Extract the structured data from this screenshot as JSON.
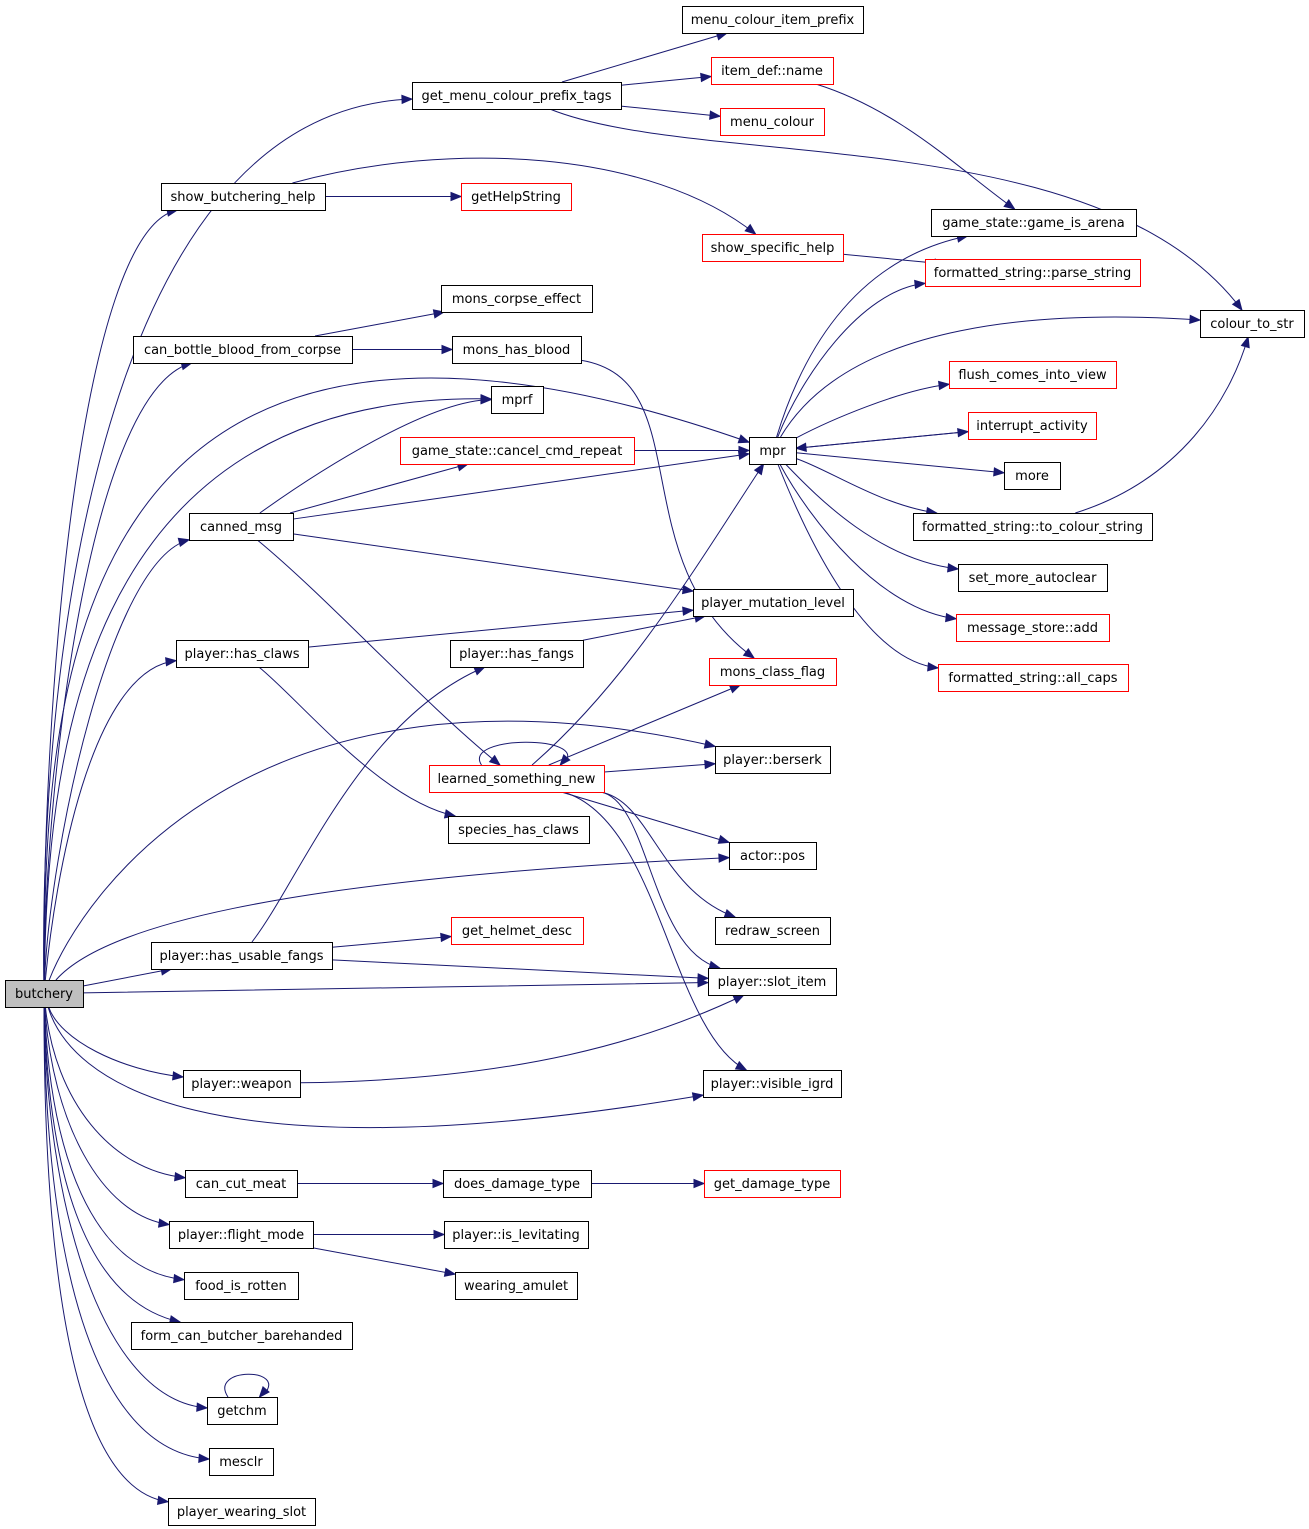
{
  "diagram": {
    "colors": {
      "edge": "#191970",
      "root_fill": "#bfbfbf",
      "documented_border": "#000000",
      "undocumented_border": "#ff0000"
    },
    "nodes": [
      {
        "id": "butchery",
        "label": "butchery",
        "style": "root"
      },
      {
        "id": "menu_colour_item_prefix",
        "label": "menu_colour_item_prefix",
        "style": "normal"
      },
      {
        "id": "get_menu_colour_prefix_tags",
        "label": "get_menu_colour_prefix_tags",
        "style": "normal"
      },
      {
        "id": "item_def_name",
        "label": "item_def::name",
        "style": "red"
      },
      {
        "id": "menu_colour",
        "label": "menu_colour",
        "style": "red"
      },
      {
        "id": "show_butchering_help",
        "label": "show_butchering_help",
        "style": "normal"
      },
      {
        "id": "getHelpString",
        "label": "getHelpString",
        "style": "red"
      },
      {
        "id": "game_is_arena",
        "label": "game_state::game_is_arena",
        "style": "normal"
      },
      {
        "id": "show_specific_help",
        "label": "show_specific_help",
        "style": "red"
      },
      {
        "id": "parse_string",
        "label": "formatted_string::parse_string",
        "style": "red"
      },
      {
        "id": "mons_corpse_effect",
        "label": "mons_corpse_effect",
        "style": "normal"
      },
      {
        "id": "colour_to_str",
        "label": "colour_to_str",
        "style": "normal"
      },
      {
        "id": "can_bottle_blood_from_corpse",
        "label": "can_bottle_blood_from_corpse",
        "style": "normal"
      },
      {
        "id": "mons_has_blood",
        "label": "mons_has_blood",
        "style": "normal"
      },
      {
        "id": "flush_comes_into_view",
        "label": "flush_comes_into_view",
        "style": "red"
      },
      {
        "id": "mprf",
        "label": "mprf",
        "style": "normal"
      },
      {
        "id": "interrupt_activity",
        "label": "interrupt_activity",
        "style": "red"
      },
      {
        "id": "cancel_cmd_repeat",
        "label": "game_state::cancel_cmd_repeat",
        "style": "red"
      },
      {
        "id": "mpr",
        "label": "mpr",
        "style": "normal"
      },
      {
        "id": "more",
        "label": "more",
        "style": "normal"
      },
      {
        "id": "canned_msg",
        "label": "canned_msg",
        "style": "normal"
      },
      {
        "id": "to_colour_string",
        "label": "formatted_string::to_colour_string",
        "style": "normal"
      },
      {
        "id": "set_more_autoclear",
        "label": "set_more_autoclear",
        "style": "normal"
      },
      {
        "id": "player_mutation_level",
        "label": "player_mutation_level",
        "style": "normal"
      },
      {
        "id": "message_store_add",
        "label": "message_store::add",
        "style": "red"
      },
      {
        "id": "player_has_claws",
        "label": "player::has_claws",
        "style": "normal"
      },
      {
        "id": "player_has_fangs",
        "label": "player::has_fangs",
        "style": "normal"
      },
      {
        "id": "mons_class_flag",
        "label": "mons_class_flag",
        "style": "red"
      },
      {
        "id": "all_caps",
        "label": "formatted_string::all_caps",
        "style": "red"
      },
      {
        "id": "player_berserk",
        "label": "player::berserk",
        "style": "normal"
      },
      {
        "id": "learned_something_new",
        "label": "learned_something_new",
        "style": "red"
      },
      {
        "id": "species_has_claws",
        "label": "species_has_claws",
        "style": "normal"
      },
      {
        "id": "actor_pos",
        "label": "actor::pos",
        "style": "normal"
      },
      {
        "id": "get_helmet_desc",
        "label": "get_helmet_desc",
        "style": "red"
      },
      {
        "id": "redraw_screen",
        "label": "redraw_screen",
        "style": "normal"
      },
      {
        "id": "player_has_usable_fangs",
        "label": "player::has_usable_fangs",
        "style": "normal"
      },
      {
        "id": "player_slot_item",
        "label": "player::slot_item",
        "style": "normal"
      },
      {
        "id": "player_weapon",
        "label": "player::weapon",
        "style": "normal"
      },
      {
        "id": "player_visible_igrd",
        "label": "player::visible_igrd",
        "style": "normal"
      },
      {
        "id": "can_cut_meat",
        "label": "can_cut_meat",
        "style": "normal"
      },
      {
        "id": "does_damage_type",
        "label": "does_damage_type",
        "style": "normal"
      },
      {
        "id": "get_damage_type",
        "label": "get_damage_type",
        "style": "red"
      },
      {
        "id": "player_flight_mode",
        "label": "player::flight_mode",
        "style": "normal"
      },
      {
        "id": "player_is_levitating",
        "label": "player::is_levitating",
        "style": "normal"
      },
      {
        "id": "food_is_rotten",
        "label": "food_is_rotten",
        "style": "normal"
      },
      {
        "id": "wearing_amulet",
        "label": "wearing_amulet",
        "style": "normal"
      },
      {
        "id": "form_can_butcher_barehanded",
        "label": "form_can_butcher_barehanded",
        "style": "normal"
      },
      {
        "id": "getchm",
        "label": "getchm",
        "style": "normal"
      },
      {
        "id": "mesclr",
        "label": "mesclr",
        "style": "normal"
      },
      {
        "id": "player_wearing_slot",
        "label": "player_wearing_slot",
        "style": "normal"
      }
    ],
    "edges": [
      [
        "butchery",
        "get_menu_colour_prefix_tags"
      ],
      [
        "butchery",
        "show_butchering_help"
      ],
      [
        "butchery",
        "mpr"
      ],
      [
        "butchery",
        "can_bottle_blood_from_corpse"
      ],
      [
        "butchery",
        "mprf"
      ],
      [
        "butchery",
        "canned_msg"
      ],
      [
        "butchery",
        "player_has_claws"
      ],
      [
        "butchery",
        "player_berserk"
      ],
      [
        "butchery",
        "actor_pos"
      ],
      [
        "butchery",
        "player_has_usable_fangs"
      ],
      [
        "butchery",
        "player_slot_item"
      ],
      [
        "butchery",
        "player_weapon"
      ],
      [
        "butchery",
        "player_visible_igrd"
      ],
      [
        "butchery",
        "can_cut_meat"
      ],
      [
        "butchery",
        "player_flight_mode"
      ],
      [
        "butchery",
        "food_is_rotten"
      ],
      [
        "butchery",
        "form_can_butcher_barehanded"
      ],
      [
        "butchery",
        "getchm"
      ],
      [
        "butchery",
        "mesclr"
      ],
      [
        "butchery",
        "player_wearing_slot"
      ],
      [
        "get_menu_colour_prefix_tags",
        "menu_colour_item_prefix"
      ],
      [
        "get_menu_colour_prefix_tags",
        "item_def_name"
      ],
      [
        "get_menu_colour_prefix_tags",
        "menu_colour"
      ],
      [
        "get_menu_colour_prefix_tags",
        "colour_to_str"
      ],
      [
        "item_def_name",
        "game_is_arena"
      ],
      [
        "show_butchering_help",
        "getHelpString"
      ],
      [
        "show_butchering_help",
        "show_specific_help"
      ],
      [
        "show_specific_help",
        "parse_string"
      ],
      [
        "can_bottle_blood_from_corpse",
        "mons_corpse_effect"
      ],
      [
        "can_bottle_blood_from_corpse",
        "mons_has_blood"
      ],
      [
        "mons_has_blood",
        "mons_class_flag"
      ],
      [
        "canned_msg",
        "mprf"
      ],
      [
        "canned_msg",
        "cancel_cmd_repeat"
      ],
      [
        "canned_msg",
        "mpr"
      ],
      [
        "canned_msg",
        "player_mutation_level"
      ],
      [
        "canned_msg",
        "learned_something_new"
      ],
      [
        "cancel_cmd_repeat",
        "mpr"
      ],
      [
        "mpr",
        "game_is_arena"
      ],
      [
        "mpr",
        "parse_string"
      ],
      [
        "mpr",
        "colour_to_str"
      ],
      [
        "mpr",
        "flush_comes_into_view"
      ],
      [
        "mpr",
        "interrupt_activity"
      ],
      [
        "mpr",
        "more"
      ],
      [
        "mpr",
        "to_colour_string"
      ],
      [
        "mpr",
        "set_more_autoclear"
      ],
      [
        "mpr",
        "message_store_add"
      ],
      [
        "mpr",
        "all_caps"
      ],
      [
        "interrupt_activity",
        "mpr"
      ],
      [
        "to_colour_string",
        "colour_to_str"
      ],
      [
        "player_has_claws",
        "player_mutation_level"
      ],
      [
        "player_has_claws",
        "species_has_claws"
      ],
      [
        "player_has_fangs",
        "player_mutation_level"
      ],
      [
        "player_has_usable_fangs",
        "player_has_fangs"
      ],
      [
        "player_has_usable_fangs",
        "get_helmet_desc"
      ],
      [
        "player_has_usable_fangs",
        "player_slot_item"
      ],
      [
        "learned_something_new",
        "mpr"
      ],
      [
        "learned_something_new",
        "learned_something_new"
      ],
      [
        "learned_something_new",
        "mons_class_flag"
      ],
      [
        "learned_something_new",
        "player_berserk"
      ],
      [
        "learned_something_new",
        "actor_pos"
      ],
      [
        "learned_something_new",
        "redraw_screen"
      ],
      [
        "learned_something_new",
        "player_slot_item"
      ],
      [
        "learned_something_new",
        "player_visible_igrd"
      ],
      [
        "player_weapon",
        "player_slot_item"
      ],
      [
        "can_cut_meat",
        "does_damage_type"
      ],
      [
        "does_damage_type",
        "get_damage_type"
      ],
      [
        "player_flight_mode",
        "player_is_levitating"
      ],
      [
        "player_flight_mode",
        "wearing_amulet"
      ],
      [
        "getchm",
        "getchm"
      ]
    ]
  }
}
